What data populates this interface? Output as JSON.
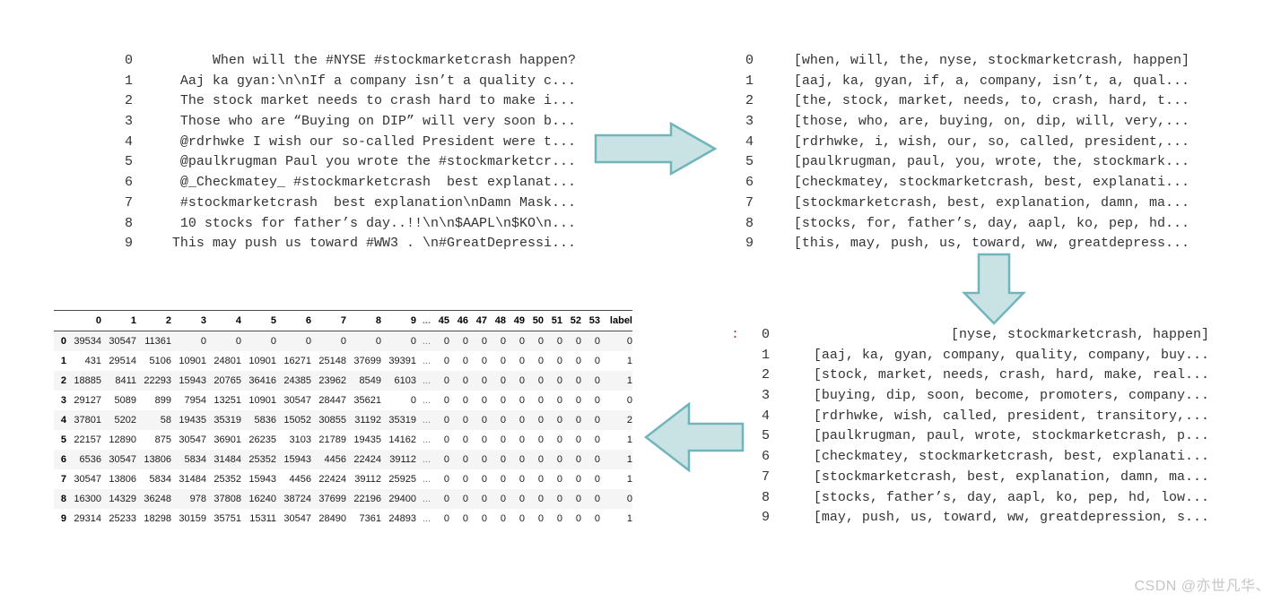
{
  "colors": {
    "arrow_fill": "#c9e3e5",
    "arrow_stroke": "#70b5bc",
    "prompt_colon": "#b03a2e",
    "table_stripe": "#f5f5f5"
  },
  "raw_series": {
    "rows": [
      {
        "index": "0",
        "value": "When will the #NYSE #stockmarketcrash happen?"
      },
      {
        "index": "1",
        "value": "Aaj ka gyan:\\n\\nIf a company isn’t a quality c..."
      },
      {
        "index": "2",
        "value": "The stock market needs to crash hard to make i..."
      },
      {
        "index": "3",
        "value": "Those who are “Buying on DIP” will very soon b..."
      },
      {
        "index": "4",
        "value": "@rdrhwke I wish our so-called President were t..."
      },
      {
        "index": "5",
        "value": "@paulkrugman Paul you wrote the #stockmarketcr..."
      },
      {
        "index": "6",
        "value": "@_Checkmatey_ #stockmarketcrash  best explanat..."
      },
      {
        "index": "7",
        "value": "#stockmarketcrash  best explanation\\nDamn Mask..."
      },
      {
        "index": "8",
        "value": "10 stocks for father’s day..!!\\n\\n$AAPL\\n$KO\\n..."
      },
      {
        "index": "9",
        "value": "This may push us toward #WW3 . \\n#GreatDepressi..."
      }
    ]
  },
  "tokenized_series": {
    "rows": [
      {
        "index": "0",
        "value": "[when, will, the, nyse, stockmarketcrash, happen]"
      },
      {
        "index": "1",
        "value": "[aaj, ka, gyan, if, a, company, isn’t, a, qual..."
      },
      {
        "index": "2",
        "value": "[the, stock, market, needs, to, crash, hard, t..."
      },
      {
        "index": "3",
        "value": "[those, who, are, buying, on, dip, will, very,..."
      },
      {
        "index": "4",
        "value": "[rdrhwke, i, wish, our, so, called, president,..."
      },
      {
        "index": "5",
        "value": "[paulkrugman, paul, you, wrote, the, stockmark..."
      },
      {
        "index": "6",
        "value": "[checkmatey, stockmarketcrash, best, explanati..."
      },
      {
        "index": "7",
        "value": "[stockmarketcrash, best, explanation, damn, ma..."
      },
      {
        "index": "8",
        "value": "[stocks, for, father’s, day, aapl, ko, pep, hd..."
      },
      {
        "index": "9",
        "value": "[this, may, push, us, toward, ww, greatdepress..."
      }
    ]
  },
  "cleaned_series": {
    "prompt": ":",
    "rows": [
      {
        "index": "0",
        "value": "[nyse, stockmarketcrash, happen]"
      },
      {
        "index": "1",
        "value": "[aaj, ka, gyan, company, quality, company, buy..."
      },
      {
        "index": "2",
        "value": "[stock, market, needs, crash, hard, make, real..."
      },
      {
        "index": "3",
        "value": "[buying, dip, soon, become, promoters, company..."
      },
      {
        "index": "4",
        "value": "[rdrhwke, wish, called, president, transitory,..."
      },
      {
        "index": "5",
        "value": "[paulkrugman, paul, wrote, stockmarketcrash, p..."
      },
      {
        "index": "6",
        "value": "[checkmatey, stockmarketcrash, best, explanati..."
      },
      {
        "index": "7",
        "value": "[stockmarketcrash, best, explanation, damn, ma..."
      },
      {
        "index": "8",
        "value": "[stocks, father’s, day, aapl, ko, pep, hd, low..."
      },
      {
        "index": "9",
        "value": "[may, push, us, toward, ww, greatdepression, s..."
      }
    ]
  },
  "matrix": {
    "col_headers": [
      "0",
      "1",
      "2",
      "3",
      "4",
      "5",
      "6",
      "7",
      "8",
      "9",
      "...",
      "45",
      "46",
      "47",
      "48",
      "49",
      "50",
      "51",
      "52",
      "53",
      "label"
    ],
    "rows": [
      {
        "index": "0",
        "cells": [
          "39534",
          "30547",
          "11361",
          "0",
          "0",
          "0",
          "0",
          "0",
          "0",
          "0",
          "...",
          "0",
          "0",
          "0",
          "0",
          "0",
          "0",
          "0",
          "0",
          "0",
          "0"
        ]
      },
      {
        "index": "1",
        "cells": [
          "431",
          "29514",
          "5106",
          "10901",
          "24801",
          "10901",
          "16271",
          "25148",
          "37699",
          "39391",
          "...",
          "0",
          "0",
          "0",
          "0",
          "0",
          "0",
          "0",
          "0",
          "0",
          "1"
        ]
      },
      {
        "index": "2",
        "cells": [
          "18885",
          "8411",
          "22293",
          "15943",
          "20765",
          "36416",
          "24385",
          "23962",
          "8549",
          "6103",
          "...",
          "0",
          "0",
          "0",
          "0",
          "0",
          "0",
          "0",
          "0",
          "0",
          "1"
        ]
      },
      {
        "index": "3",
        "cells": [
          "29127",
          "5089",
          "899",
          "7954",
          "13251",
          "10901",
          "30547",
          "28447",
          "35621",
          "0",
          "...",
          "0",
          "0",
          "0",
          "0",
          "0",
          "0",
          "0",
          "0",
          "0",
          "0"
        ]
      },
      {
        "index": "4",
        "cells": [
          "37801",
          "5202",
          "58",
          "19435",
          "35319",
          "5836",
          "15052",
          "30855",
          "31192",
          "35319",
          "...",
          "0",
          "0",
          "0",
          "0",
          "0",
          "0",
          "0",
          "0",
          "0",
          "2"
        ]
      },
      {
        "index": "5",
        "cells": [
          "22157",
          "12890",
          "875",
          "30547",
          "36901",
          "26235",
          "3103",
          "21789",
          "19435",
          "14162",
          "...",
          "0",
          "0",
          "0",
          "0",
          "0",
          "0",
          "0",
          "0",
          "0",
          "1"
        ]
      },
      {
        "index": "6",
        "cells": [
          "6536",
          "30547",
          "13806",
          "5834",
          "31484",
          "25352",
          "15943",
          "4456",
          "22424",
          "39112",
          "...",
          "0",
          "0",
          "0",
          "0",
          "0",
          "0",
          "0",
          "0",
          "0",
          "1"
        ]
      },
      {
        "index": "7",
        "cells": [
          "30547",
          "13806",
          "5834",
          "31484",
          "25352",
          "15943",
          "4456",
          "22424",
          "39112",
          "25925",
          "...",
          "0",
          "0",
          "0",
          "0",
          "0",
          "0",
          "0",
          "0",
          "0",
          "1"
        ]
      },
      {
        "index": "8",
        "cells": [
          "16300",
          "14329",
          "36248",
          "978",
          "37808",
          "16240",
          "38724",
          "37699",
          "22196",
          "29400",
          "...",
          "0",
          "0",
          "0",
          "0",
          "0",
          "0",
          "0",
          "0",
          "0",
          "0"
        ]
      },
      {
        "index": "9",
        "cells": [
          "29314",
          "25233",
          "18298",
          "30159",
          "35751",
          "15311",
          "30547",
          "28490",
          "7361",
          "24893",
          "...",
          "0",
          "0",
          "0",
          "0",
          "0",
          "0",
          "0",
          "0",
          "0",
          "1"
        ]
      }
    ]
  },
  "arrows": [
    {
      "name": "arrow-right-icon",
      "direction": "right"
    },
    {
      "name": "arrow-down-icon",
      "direction": "down"
    },
    {
      "name": "arrow-left-icon",
      "direction": "left"
    }
  ],
  "watermark": {
    "text": "CSDN @亦世凡华、"
  }
}
